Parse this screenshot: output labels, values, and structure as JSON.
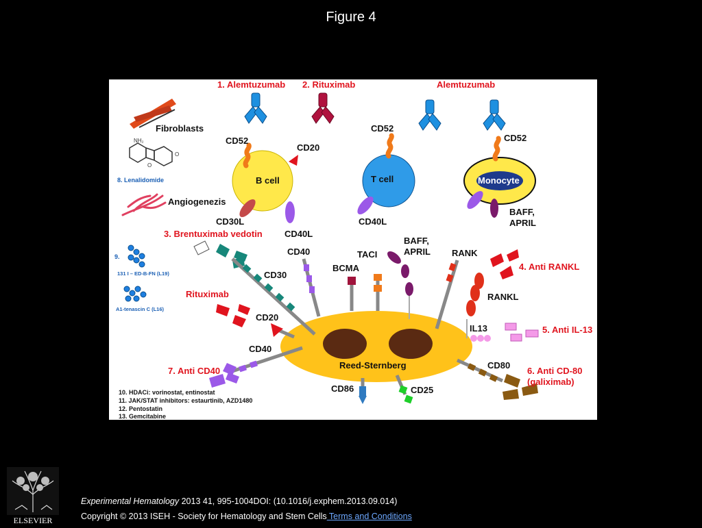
{
  "slide": {
    "title": "Figure 4",
    "footer": {
      "journal": "Experimental Hematology",
      "citation_rest": " 2013 41, 995-1004DOI: (10.1016/j.exphem.2013.09.014)",
      "copyright": "Copyright © 2013 ISEH - Society for Hematology and Stem Cells",
      "terms_link": " Terms and Conditions"
    },
    "publisher_logo_text": "ELSEVIER"
  },
  "diagram": {
    "top_labels": {
      "alemtuzumab_1": "1. Alemtuzumab",
      "rituximab_2": "2. Rituximab",
      "alemtuzumab": "Alemtuzumab"
    },
    "left_panel": {
      "fibroblasts": "Fibroblasts",
      "lenalidomide": "8. Lenalidomide",
      "angiogenezis": "Angiogenezis",
      "item9": "9.",
      "l19": "131 I – ED-B-FN (L19)",
      "l16": "A1-tenascin C (L16)"
    },
    "cells": {
      "b_cell": "B cell",
      "t_cell": "T cell",
      "monocyte": "Monocyte",
      "reed_sternberg": "Reed-Sternberg"
    },
    "markers": {
      "cd52_b": "CD52",
      "cd20_b": "CD20",
      "cd30l": "CD30L",
      "cd40l_b": "CD40L",
      "cd52_t": "CD52",
      "cd40l_t": "CD40L",
      "cd52_m": "CD52",
      "baff_april_m": "BAFF,\nAPRIL",
      "cd40_top": "CD40",
      "bcma": "BCMA",
      "taci": "TACI",
      "baff_april_rs": "BAFF,\nAPRIL",
      "rank": "RANK",
      "cd30": "CD30",
      "cd20_rs": "CD20",
      "cd40_left": "CD40",
      "rankl": "RANKL",
      "il13": "IL13",
      "cd80": "CD80",
      "cd86": "CD86",
      "cd25": "CD25"
    },
    "therapies": {
      "brentuximab": "3. Brentuximab vedotin",
      "anti_rankl": "4. Anti RANKL",
      "anti_il13": "5. Anti IL-13",
      "anti_cd80": "6. Anti CD-80",
      "galiximab": "(galiximab)",
      "anti_cd40": "7. Anti CD40",
      "rituximab": "Rituximab"
    },
    "bottom_list": [
      "10. HDACi: vorinostat, entinostat",
      "11. JAK/STAT inhibitors: estaurtinib, AZD1480",
      "12. Pentostatin",
      "13. Gemcitabine"
    ],
    "colors": {
      "therapy_red": "#e0141e",
      "cell_yellow": "#ffe84a",
      "rs_yellow": "#ffc21a",
      "tcell_blue": "#2f9be8",
      "antibody_blue": "#1e90e0",
      "purple": "#9b59e8",
      "teal": "#17877a",
      "brown": "#8a5a12"
    }
  }
}
